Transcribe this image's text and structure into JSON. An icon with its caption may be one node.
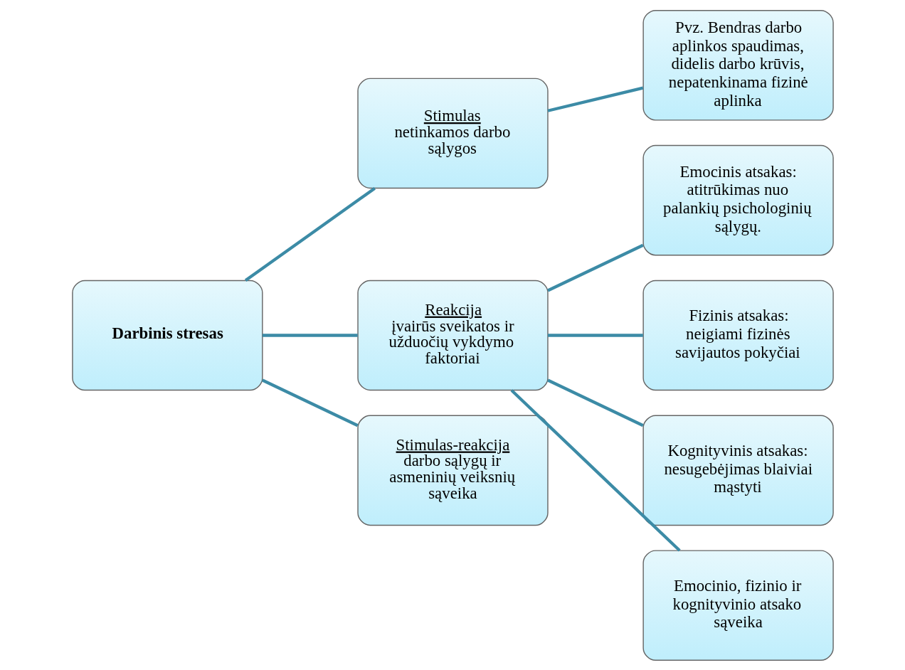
{
  "diagram": {
    "nodes": [
      {
        "text": [
          "Darbinis stresas"
        ]
      },
      {
        "text": [
          "Stimulas",
          "netinkamos darbo sąlygos"
        ]
      },
      {
        "text": [
          "Reakcija",
          "įvairūs sveikatos ir užduočių vykdymo faktoriai"
        ]
      },
      {
        "text": [
          "Stimulas-reakcija",
          "darbo sąlygų ir asmeninių veiksnių sąveika"
        ]
      },
      {
        "text": [
          "Pvz. Bendras darbo aplinkos spaudimas, didelis darbo krūvis, nepatenkinama fizinė aplinka"
        ]
      },
      {
        "text": [
          "Emocinis atsakas: atitrūkimas nuo palankių psichologinių sąlygų."
        ]
      },
      {
        "text": [
          "Fizinis atsakas: neigiami fizinės savijautos pokyčiai"
        ]
      },
      {
        "text": [
          "Kognityvinis atsakas: nesugebėjimas blaiviai mąstyti"
        ]
      },
      {
        "text": [
          "Emocinio, fizinio ir kognityvinio atsako sąveika"
        ]
      }
    ],
    "edges": [
      {
        "from": 0,
        "to": 1,
        "arrow": "none"
      },
      {
        "from": 0,
        "to": 2,
        "arrow": "none"
      },
      {
        "from": 0,
        "to": 3,
        "arrow": "none"
      },
      {
        "from": 1,
        "to": 4,
        "arrow": "none"
      },
      {
        "from": 2,
        "to": 5,
        "arrow": "none"
      },
      {
        "from": 2,
        "to": 6,
        "arrow": "none"
      },
      {
        "from": 2,
        "to": 7,
        "arrow": "none"
      },
      {
        "from": 2,
        "to": 8,
        "arrow": "none"
      }
    ]
  }
}
